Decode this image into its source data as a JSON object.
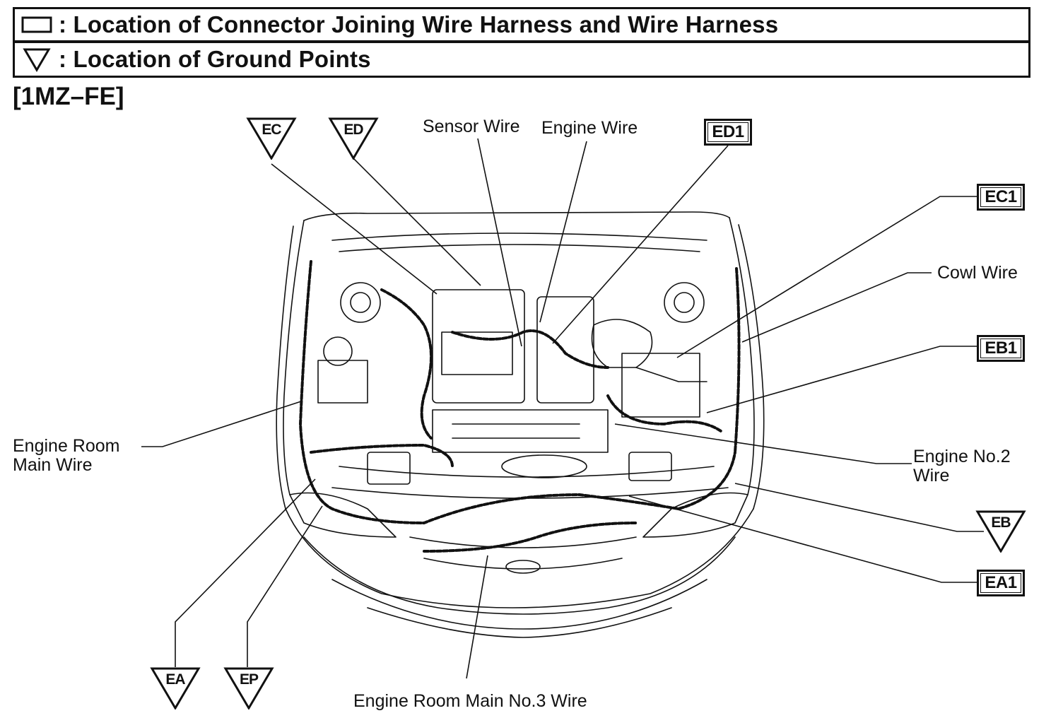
{
  "legend": {
    "connector_text": ": Location of Connector Joining Wire Harness and Wire Harness",
    "ground_text": ": Location of Ground Points",
    "connector_symbol": "rectangle-icon",
    "ground_symbol": "triangle-down-icon"
  },
  "engine_model": "[1MZ–FE]",
  "ground_points": {
    "ec": "EC",
    "ed": "ED",
    "eb": "EB",
    "ea": "EA",
    "ep": "EP"
  },
  "connectors": {
    "ed1": "ED1",
    "ec1": "EC1",
    "eb1": "EB1",
    "ea1": "EA1"
  },
  "wires": {
    "sensor": "Sensor Wire",
    "engine": "Engine Wire",
    "cowl": "Cowl Wire",
    "engine_room_main_line1": "Engine Room",
    "engine_room_main_line2": "Main Wire",
    "engine_no2_line1": "Engine No.2",
    "engine_no2_line2": "Wire",
    "engine_room_main_no3": "Engine Room Main No.3 Wire"
  },
  "colors": {
    "ink": "#111111",
    "paper": "#ffffff"
  }
}
